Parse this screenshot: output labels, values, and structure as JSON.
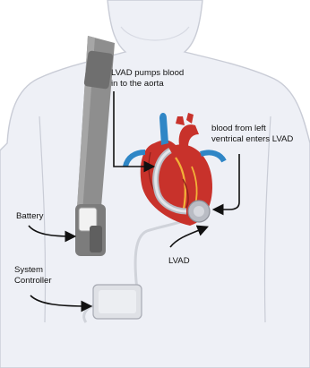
{
  "labels": {
    "lvad_pumps": "LVAD pumps blood\nin to the aorta",
    "blood_from_left": "blood from left\nventrical enters LVAD",
    "battery": "Battery",
    "lvad": "LVAD",
    "system_controller": "System\nController"
  },
  "colors": {
    "skin": "#eef0f6",
    "skin_outline": "#c9ccd6",
    "strap": "#8e8e8e",
    "strap_dark": "#6f6f6f",
    "heart": "#c8322b",
    "heart_dark": "#8f1f1b",
    "vessel_blue": "#2f86c6",
    "device_gray": "#b9bcc4",
    "arrow": "#111111"
  }
}
